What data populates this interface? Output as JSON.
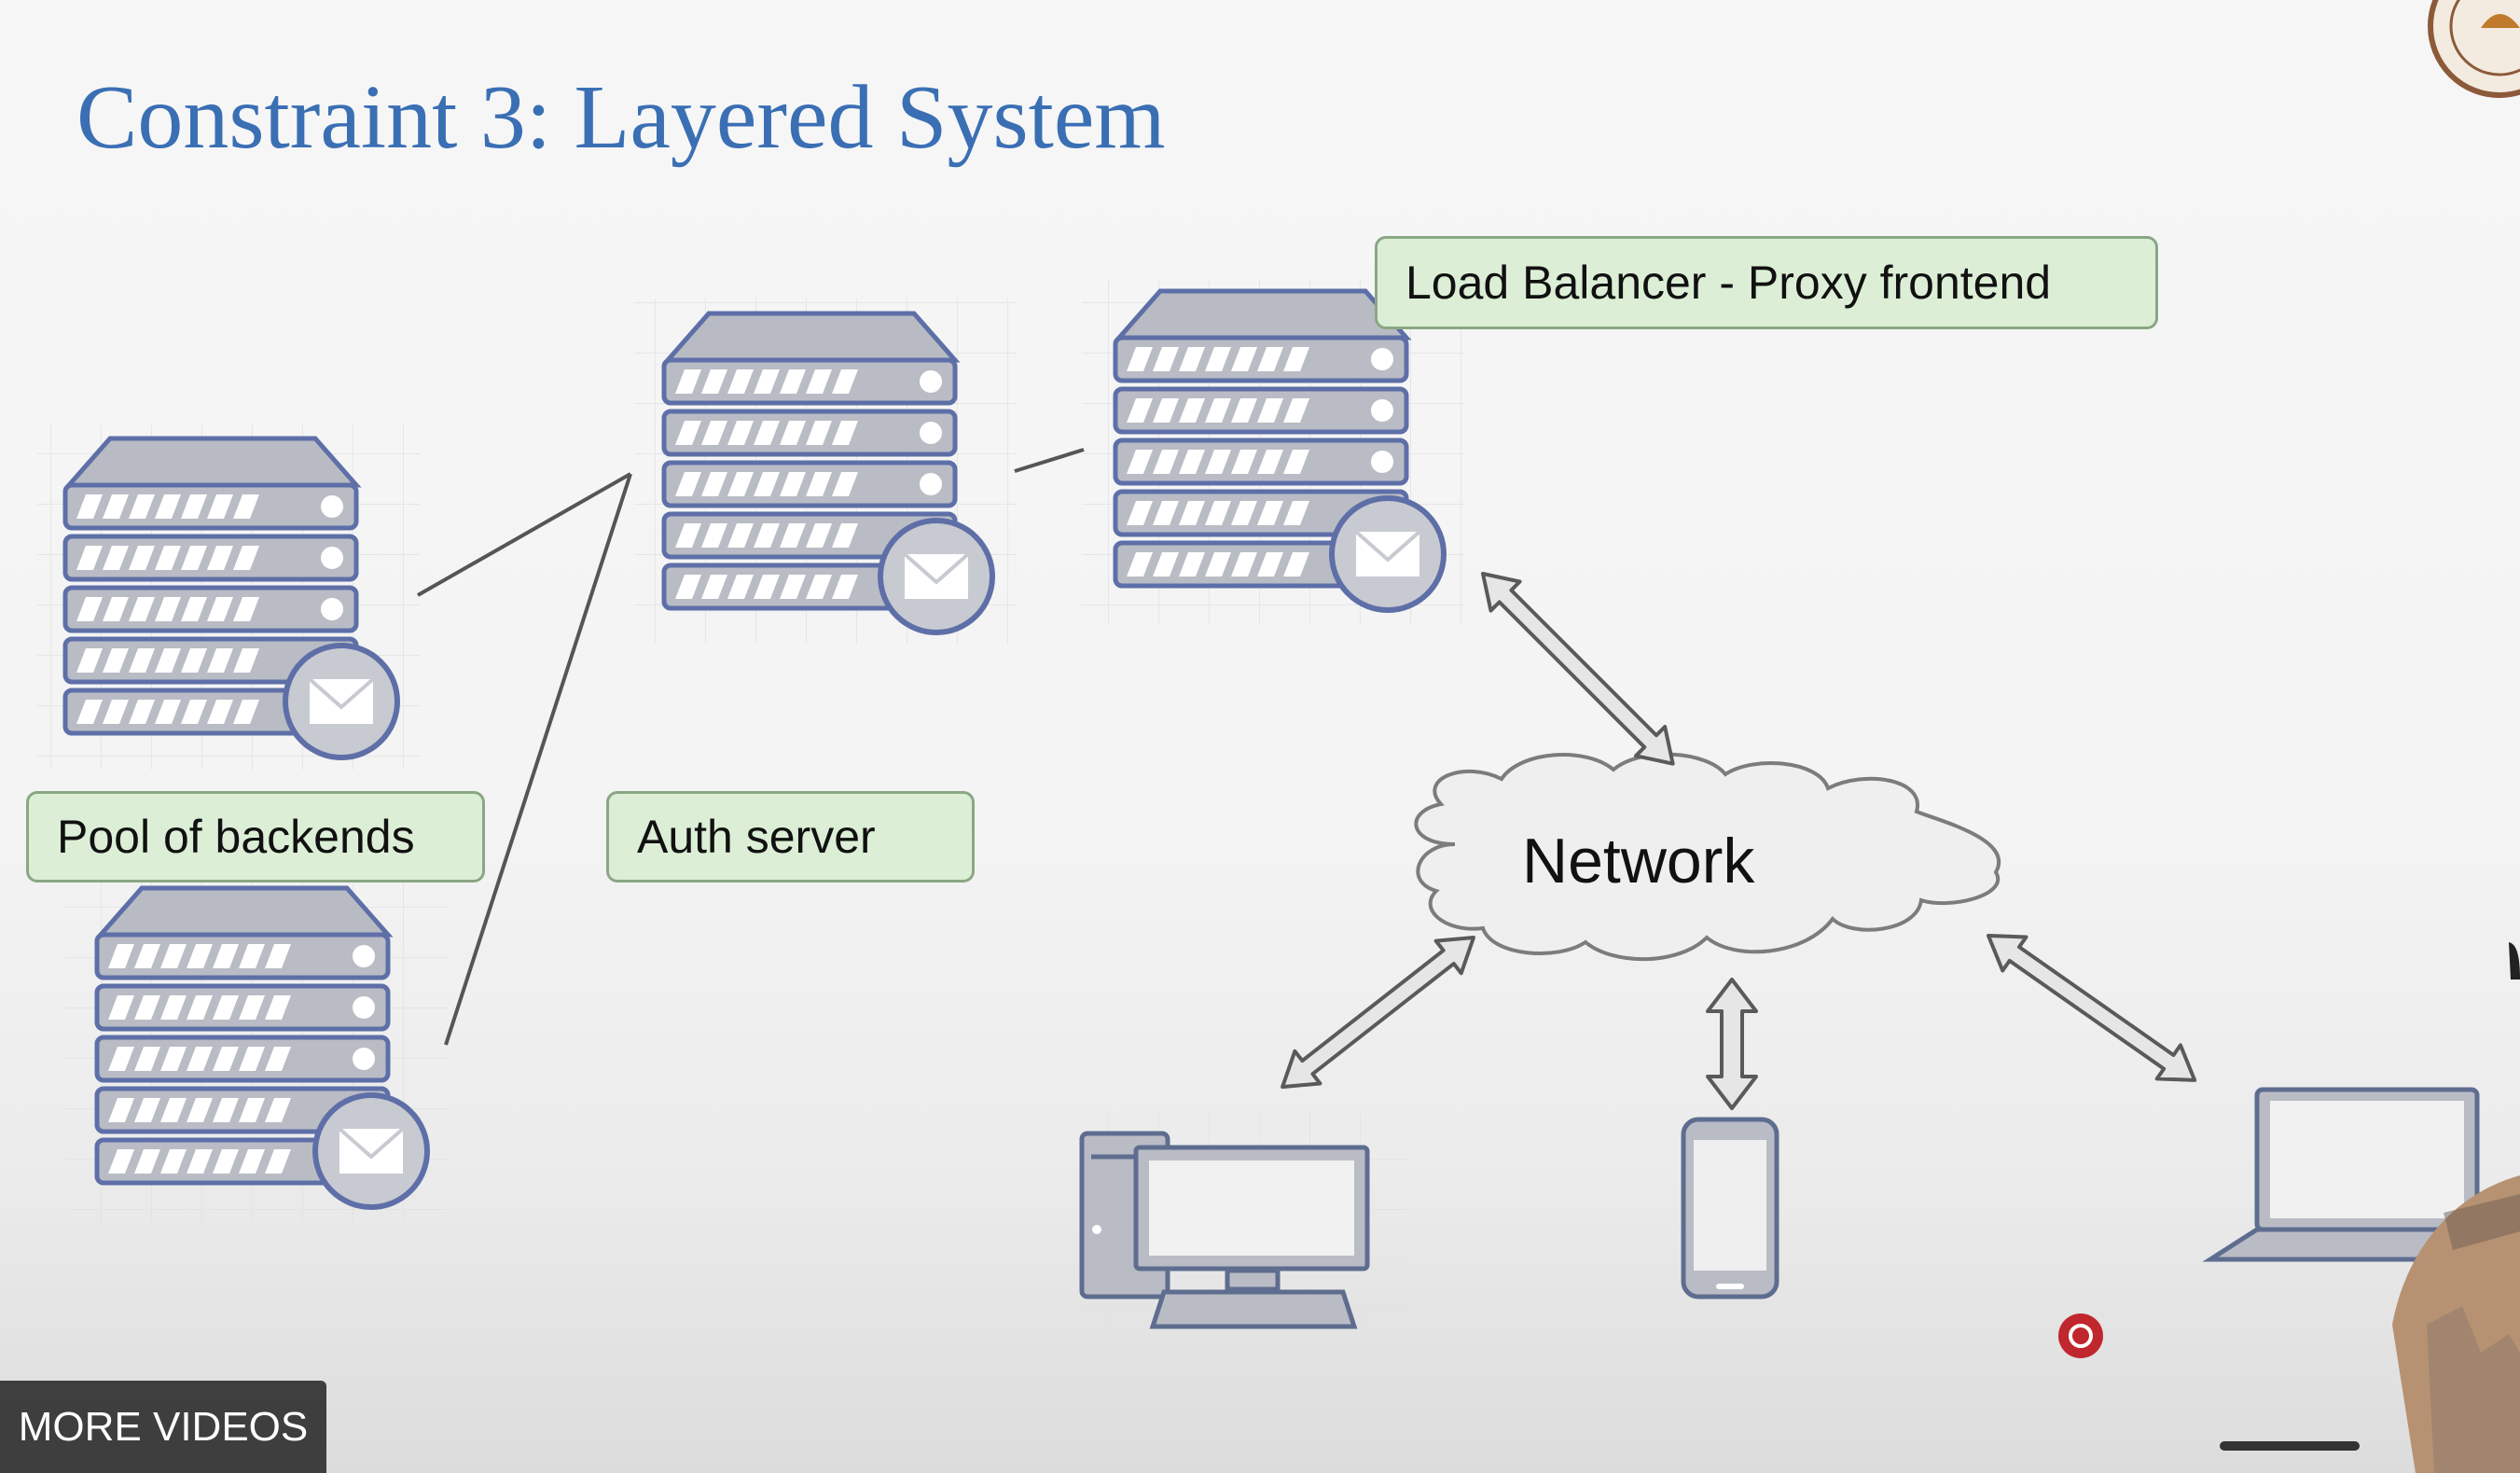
{
  "slide": {
    "title": "Constraint 3: Layered System"
  },
  "labels": {
    "load_balancer": "Load Balancer - Proxy frontend",
    "pool_of_backends": "Pool of backends",
    "auth_server": "Auth server",
    "network": "Network"
  },
  "overlay": {
    "more_videos": "MORE VIDEOS"
  },
  "colors": {
    "title": "#3a6fb4",
    "label_fill": "#dcefd6",
    "server_outline": "#5e6fa8",
    "server_fill": "#b9bcc4",
    "record_indicator": "#c0262d"
  },
  "icons": {
    "server": "server-rack-icon",
    "mail": "envelope-icon",
    "cloud": "cloud-icon",
    "desktop": "desktop-computer-icon",
    "phone": "smartphone-icon",
    "laptop": "laptop-icon",
    "record": "record-dot-icon",
    "logo": "institute-seal-logo"
  }
}
